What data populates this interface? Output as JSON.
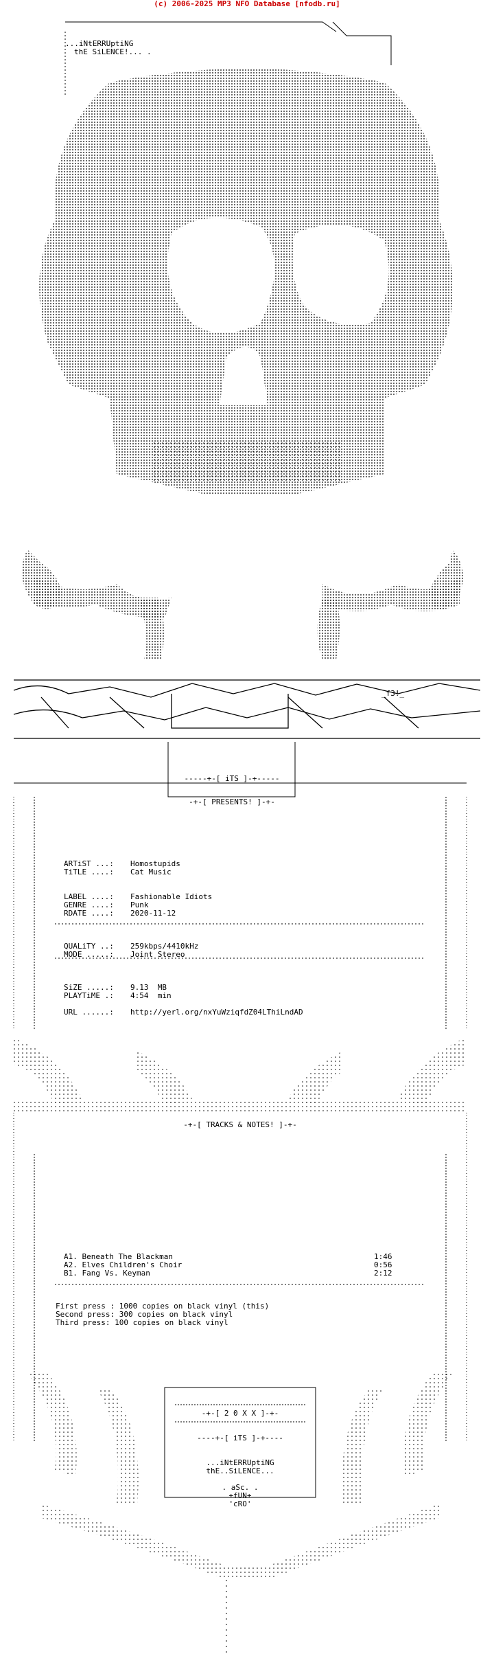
{
  "header_link": "(c) 2006-2025 MP3 NFO Database [nfodb.ru]",
  "group": {
    "line1": "...iNtERRUptiNG",
    "line2": "thE SiLENCE!... ."
  },
  "banner": {
    "its": "-----+-[ iTS ]-+-----",
    "presents": "-+-[ PRESENTS! ]-+-",
    "f3": "_f3!_"
  },
  "release": {
    "artist_label": "ARTiST ...:",
    "artist": "Homostupids",
    "title_label": "TiTLE ....:",
    "title": "Cat Music",
    "label_label": "LABEL ....:",
    "label": "Fashionable Idiots",
    "genre_label": "GENRE ....:",
    "genre": "Punk",
    "rdate_label": "RDATE ....:",
    "rdate": "2020-11-12",
    "quality_label": "QUALiTY ..:",
    "quality": "259kbps/4410kHz",
    "mode_label": "MODE .....:",
    "mode": "Joint Stereo",
    "size_label": "SiZE .....:",
    "size": "9.13  MB",
    "playtime_label": "PLAYTiME .:",
    "playtime": "4:54  min",
    "url_label": "URL ......:",
    "url": "http://yerl.org/nxYuWziqfdZ04LThiLndAD"
  },
  "tracks_header": "-+-[ TRACKS & NOTES! ]-+-",
  "tracks": [
    {
      "name": "A1. Beneath The Blackman",
      "time": "1:46"
    },
    {
      "name": "A2. Elves Children's Choir",
      "time": "0:56"
    },
    {
      "name": "B1. Fang Vs. Keyman",
      "time": "2:12"
    }
  ],
  "notes": [
    "First press : 1000 copies on black vinyl (this)",
    "Second press: 300 copies on black vinyl",
    "Third press: 100 copies on black vinyl"
  ],
  "footer": {
    "year": "-+-[ 2 0 X X ]-+-",
    "its": "----+-[ iTS ]-+----",
    "group1": "...iNtERRUptiNG",
    "group2": "thE..SiLENCE...",
    "credit1": ". aSc. .",
    "credit2": "+fUN+",
    "credit3": "'cRO'"
  }
}
